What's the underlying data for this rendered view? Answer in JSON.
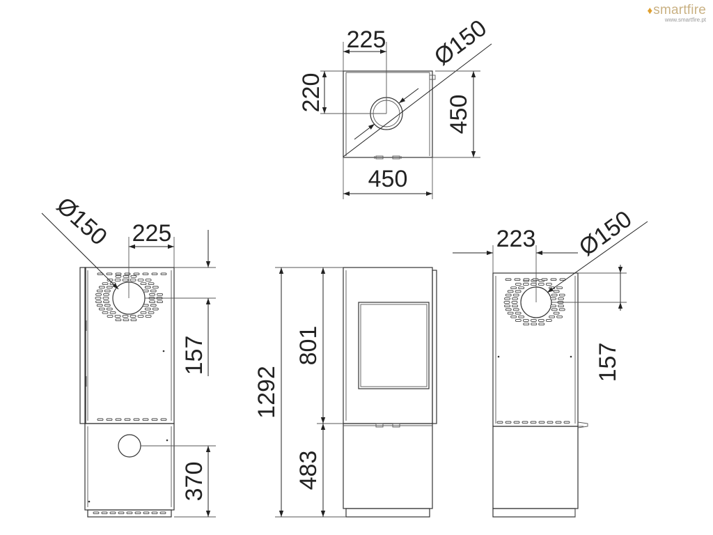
{
  "brand": {
    "name": "smartfire",
    "url": "www.smartfire.pt",
    "accent_color": "#c9b183"
  },
  "top_view": {
    "offset": "225",
    "diameter": "Ø150",
    "offset_depth": "220",
    "depth": "450",
    "width": "450"
  },
  "rear_view": {
    "diameter": "Ø150",
    "offset": "225",
    "flue_height": "157",
    "lower_height": "370"
  },
  "front_view": {
    "total_height": "1292",
    "upper_height": "801",
    "lower_height": "483"
  },
  "side_view": {
    "offset": "223",
    "diameter": "Ø150",
    "flue_height": "157"
  }
}
